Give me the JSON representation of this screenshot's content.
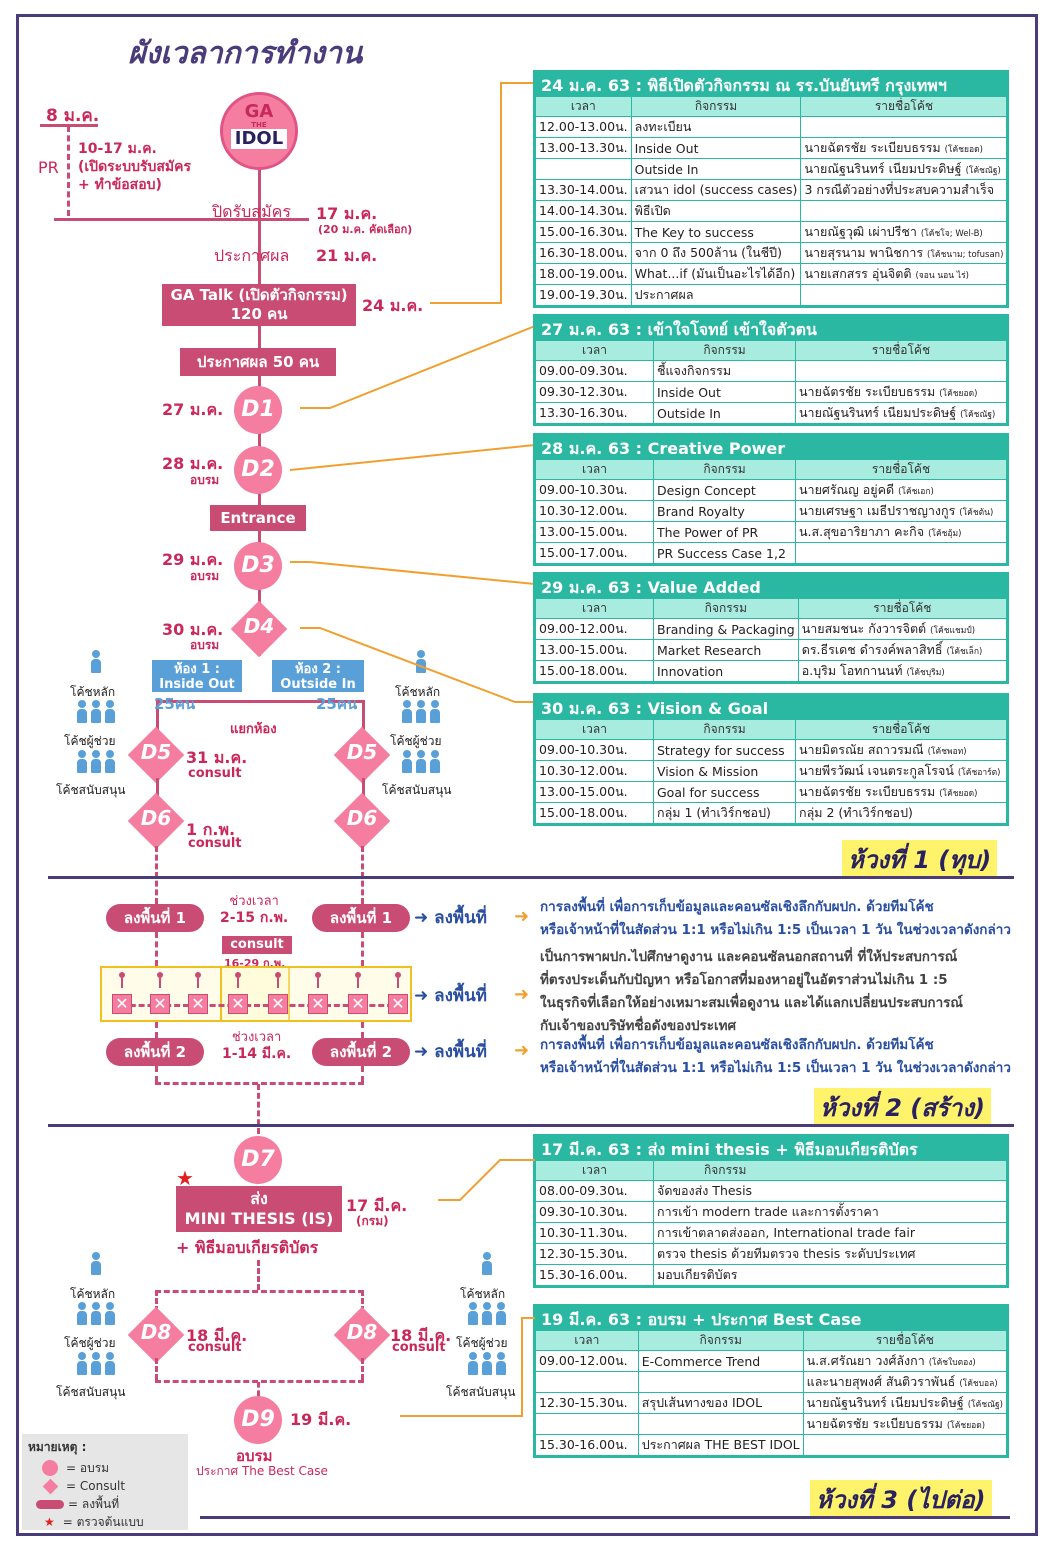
{
  "title": "ผังเวลาการทำงาน",
  "logo": {
    "line1": "GA",
    "line2": "THE",
    "line3": "IDOL"
  },
  "timeline": {
    "pr_start": "8 ม.ค.",
    "pr_label": "PR",
    "pr_detail_1": "10-17 ม.ค.",
    "pr_detail_2": "(เปิดระบบรับสมัคร",
    "pr_detail_3": "+ ทำข้อสอบ)",
    "close_label": "ปิดรับสมัคร",
    "close_date": "17 ม.ค.",
    "close_note": "(20 ม.ค. คัดเลือก)",
    "announce_label": "ประกาศผล",
    "announce_date": "21 ม.ค.",
    "gatalk_1": "GA Talk (เปิดตัวกิจกรรม)",
    "gatalk_2": "120 คน",
    "gatalk_date": "24 ม.ค.",
    "announce50": "ประกาศผล 50 คน",
    "d1_date": "27 ม.ค.",
    "d2_date": "28 ม.ค.",
    "d2_note": "อบรม",
    "entrance": "Entrance",
    "d3_date": "29 ม.ค.",
    "d3_note": "อบรม",
    "d4_date": "30 ม.ค.",
    "d4_note": "อบรม",
    "room1_1": "ห้อง 1 :",
    "room1_2": "Inside Out",
    "room1_count": "25คน",
    "room2_1": "ห้อง 2 :",
    "room2_2": "Outside In",
    "room2_count": "25คน",
    "split": "แยกห้อง",
    "d5_date": "31 ม.ค.",
    "d5_note": "consult",
    "d6_date": "1 ก.พ.",
    "d6_note": "consult",
    "coach_main": "โค้ชหลัก",
    "coach_assist": "โค้ชผู้ช่วย",
    "coach_support": "โค้ชสนับสนุน",
    "d_labels": [
      "D1",
      "D2",
      "D3",
      "D4",
      "D5",
      "D6",
      "D7",
      "D8",
      "D9"
    ]
  },
  "phase2": {
    "field1": "ลงพื้นที่ 1",
    "period1_1": "ช่วงเวลา",
    "period1_2": "2-15 ก.พ.",
    "consult": "consult",
    "consult_dates": "16-29 ก.พ.",
    "field2": "ลงพื้นที่ 2",
    "period2_1": "ช่วงเวลา",
    "period2_2": "1-14 มี.ค.",
    "arrow_label": "ลงพื้นที่",
    "desc1_1": "การลงพื้นที่ เพื่อการเก็บข้อมูลและคอนซัลเชิงลึกกับผปก. ด้วยทีมโค้ช",
    "desc1_2": "หรือเจ้าหน้าที่ในสัดส่วน 1:1 หรือไม่เกิน 1:5 เป็นเวลา 1 วัน ในช่วงเวลาดังกล่าว",
    "desc2_1": "เป็นการพาผปก.ไปศึกษาดูงาน และคอนซัลนอกสถานที่ ที่ให้ประสบการณ์",
    "desc2_2": "ที่ตรงประเด็นกับปัญหา หรือโอกาสที่มองหาอยู่ในอัตราส่วนไม่เกิน 1 :5",
    "desc2_3": "ในธุรกิจที่เลือกให้อย่างเหมาะสมเพื่อดูงาน และได้แลกเปลี่ยนประสบการณ์",
    "desc2_4": "กับเจ้าของบริษัทชื่อดังของประเทศ",
    "desc3_1": "การลงพื้นที่ เพื่อการเก็บข้อมูลและคอนซัลเชิงลึกกับผปก. ด้วยทีมโค้ช",
    "desc3_2": "หรือเจ้าหน้าที่ในสัดส่วน 1:1 หรือไม่เกิน 1:5 เป็นเวลา 1 วัน ในช่วงเวลาดังกล่าว"
  },
  "phase3": {
    "submit_1": "ส่ง",
    "submit_2": "MINI THESIS (IS)",
    "ceremony": "+ พิธีมอบเกียรติบัตร",
    "d7_date": "17 มี.ค.",
    "d7_note": "(กรม)",
    "d8_date": "18 มี.ค.",
    "d8_note": "consult",
    "d9_date": "19 มี.ค.",
    "d9_note1": "อบรม",
    "d9_note2": "ประกาศ The Best Case"
  },
  "phases": [
    "ห้วงที่ 1 (ทุบ)",
    "ห้วงที่ 2 (สร้าง)",
    "ห้วงที่ 3 (ไปต่อ)"
  ],
  "col_headers": {
    "time": "เวลา",
    "activity": "กิจกรรม",
    "coach": "รายชื่อโค้ช"
  },
  "tables": [
    {
      "title": "24 ม.ค. 63 : พิธีเปิดตัวกิจกรรม ณ รร.บันยันทรี กรุงเทพฯ",
      "rows": [
        [
          "12.00-13.00น.",
          "ลงทะเบียน",
          "",
          ""
        ],
        [
          "13.00-13.30น.",
          "Inside Out",
          "นายฉัตรชัย ระเบียบธรรม",
          "(โค้ชยอด)"
        ],
        [
          "",
          "Outside In",
          "นายณัฐนรินทร์ เนียมประดิษฐ์",
          "(โค้ชณัฐ)"
        ],
        [
          "13.30-14.00น.",
          "เสวนา idol (success cases)",
          "3 กรณีตัวอย่างที่ประสบความสำเร็จ",
          ""
        ],
        [
          "14.00-14.30น.",
          "พิธีเปิด",
          "",
          ""
        ],
        [
          "15.00-16.30น.",
          "The Key to success",
          "นายณัฐวุฒิ เผ่าปรีชา",
          "(โค้ชโจ; Wel-B)"
        ],
        [
          "16.30-18.00น.",
          "จาก 0 ถึง 500ล้าน (ในชีปี)",
          "นายสุรนาม พานิชการ",
          "(โค้ชนาม; tofusan)"
        ],
        [
          "18.00-19.00น.",
          "What...if (มันเป็นอะไรได้อีก)",
          "นายเสกสรร อุ่นจิตติ",
          "(จอน นอน ไร่)"
        ],
        [
          "19.00-19.30น.",
          "ประกาศผล",
          "",
          ""
        ]
      ]
    },
    {
      "title": "27 ม.ค. 63 : เข้าใจโจทย์ เข้าใจตัวตน",
      "rows": [
        [
          "09.00-09.30น.",
          "ชี้แจงกิจกรรม",
          "",
          ""
        ],
        [
          "09.30-12.30น.",
          "Inside Out",
          "นายฉัตรชัย ระเบียบธรรม",
          "(โค้ชยอด)"
        ],
        [
          "13.30-16.30น.",
          "Outside In",
          "นายณัฐนรินทร์ เนียมประดิษฐ์",
          "(โค้ชณัฐ)"
        ]
      ]
    },
    {
      "title": "28 ม.ค. 63 : Creative Power",
      "rows": [
        [
          "09.00-10.30น.",
          "Design Concept",
          "นายศรัณญ อยู่คดี",
          "(โค้ชเอก)"
        ],
        [
          "10.30-12.00น.",
          "Brand Royalty",
          "นายเศรษฐา เมธีปราชญางกูร",
          "(โค้ชต้น)"
        ],
        [
          "13.00-15.00น.",
          "The Power of PR",
          "น.ส.สุขอาริยาภา คะกิจ",
          "(โค้ชอุ้ม)"
        ],
        [
          "15.00-17.00น.",
          "PR Success Case 1,2",
          "",
          ""
        ]
      ]
    },
    {
      "title": "29 ม.ค. 63 : Value Added",
      "rows": [
        [
          "09.00-12.00น.",
          "Branding & Packaging",
          "นายสมชนะ กังวารจิตต์",
          "(โค้ชแชมป์)"
        ],
        [
          "13.00-15.00น.",
          "Market Research",
          "ดร.ธีรเดช ดำรงค์พลาสิทธิ์",
          "(โค้ชเล็ก)"
        ],
        [
          "15.00-18.00น.",
          "Innovation",
          "อ.บุริม โอทกานนท์",
          "(โค้ชบุริม)"
        ]
      ]
    },
    {
      "title": "30 ม.ค. 63 : Vision & Goal",
      "rows": [
        [
          "09.00-10.30น.",
          "Strategy for success",
          "นายมิตรณัย สถาวรมณี",
          "(โค้ชพอท)"
        ],
        [
          "10.30-12.00น.",
          "Vision & Mission",
          "นายพีรวัฒน์ เจนตระกูลโรจน์",
          "(โค้ชอาร์ต)"
        ],
        [
          "13.00-15.00น.",
          "Goal for success",
          "นายฉัตรชัย ระเบียบธรรม",
          "(โค้ชยอด)"
        ],
        [
          "15.00-18.00น.",
          "กลุ่ม 1 (ทำเวิร์กชอป)",
          "กลุ่ม 2 (ทำเวิร์กชอป)",
          ""
        ]
      ]
    },
    {
      "title": "17 มี.ค. 63 : ส่ง mini thesis + พิธีมอบเกียรติบัตร",
      "rows": [
        [
          "08.00-09.30น.",
          "จัดของส่ง Thesis"
        ],
        [
          "09.30-10.30น.",
          "การเข้า modern trade และการตั้งราคา"
        ],
        [
          "10.30-11.30น.",
          "การเข้าตลาดส่งออก, International trade fair"
        ],
        [
          "12.30-15.30น.",
          "ตรวจ thesis ด้วยทีมตรวจ thesis ระดับประเทศ"
        ],
        [
          "15.30-16.00น.",
          "มอบเกียรติบัตร"
        ]
      ]
    },
    {
      "title": "19 มี.ค. 63 : อบรม + ประกาศ Best Case",
      "rows": [
        [
          "09.00-12.00น.",
          "E-Commerce Trend",
          "น.ส.ศรัณยา วงศ์ลังกา",
          "(โค้ชใบตอง)"
        ],
        [
          "",
          "",
          "และนายสุพงศ์ สันติวราพันธ์",
          "(โค้ชบอล)"
        ],
        [
          "12.30-15.30น.",
          "สรุปเส้นทางของ IDOL",
          "นายณัฐนรินทร์ เนียมประดิษฐ์",
          "(โค้ชณัฐ)"
        ],
        [
          "",
          "",
          "นายฉัตรชัย ระเบียบธรรม",
          "(โค้ชยอด)"
        ],
        [
          "15.30-16.00น.",
          "ประกาศผล THE BEST IDOL",
          "",
          ""
        ]
      ]
    }
  ],
  "legend": {
    "title": "หมายเหตุ :",
    "circle": "= อบรม",
    "diamond": "= Consult",
    "bar": "= ลงพื้นที่",
    "star": "= ตรวจต้นแบบ"
  },
  "colors": {
    "navy": "#4a3b7a",
    "pink": "#c8285a",
    "teal": "#2bb8a3",
    "orange": "#f0a030",
    "yellow": "#fff36b",
    "blue": "#5aa0d8"
  }
}
